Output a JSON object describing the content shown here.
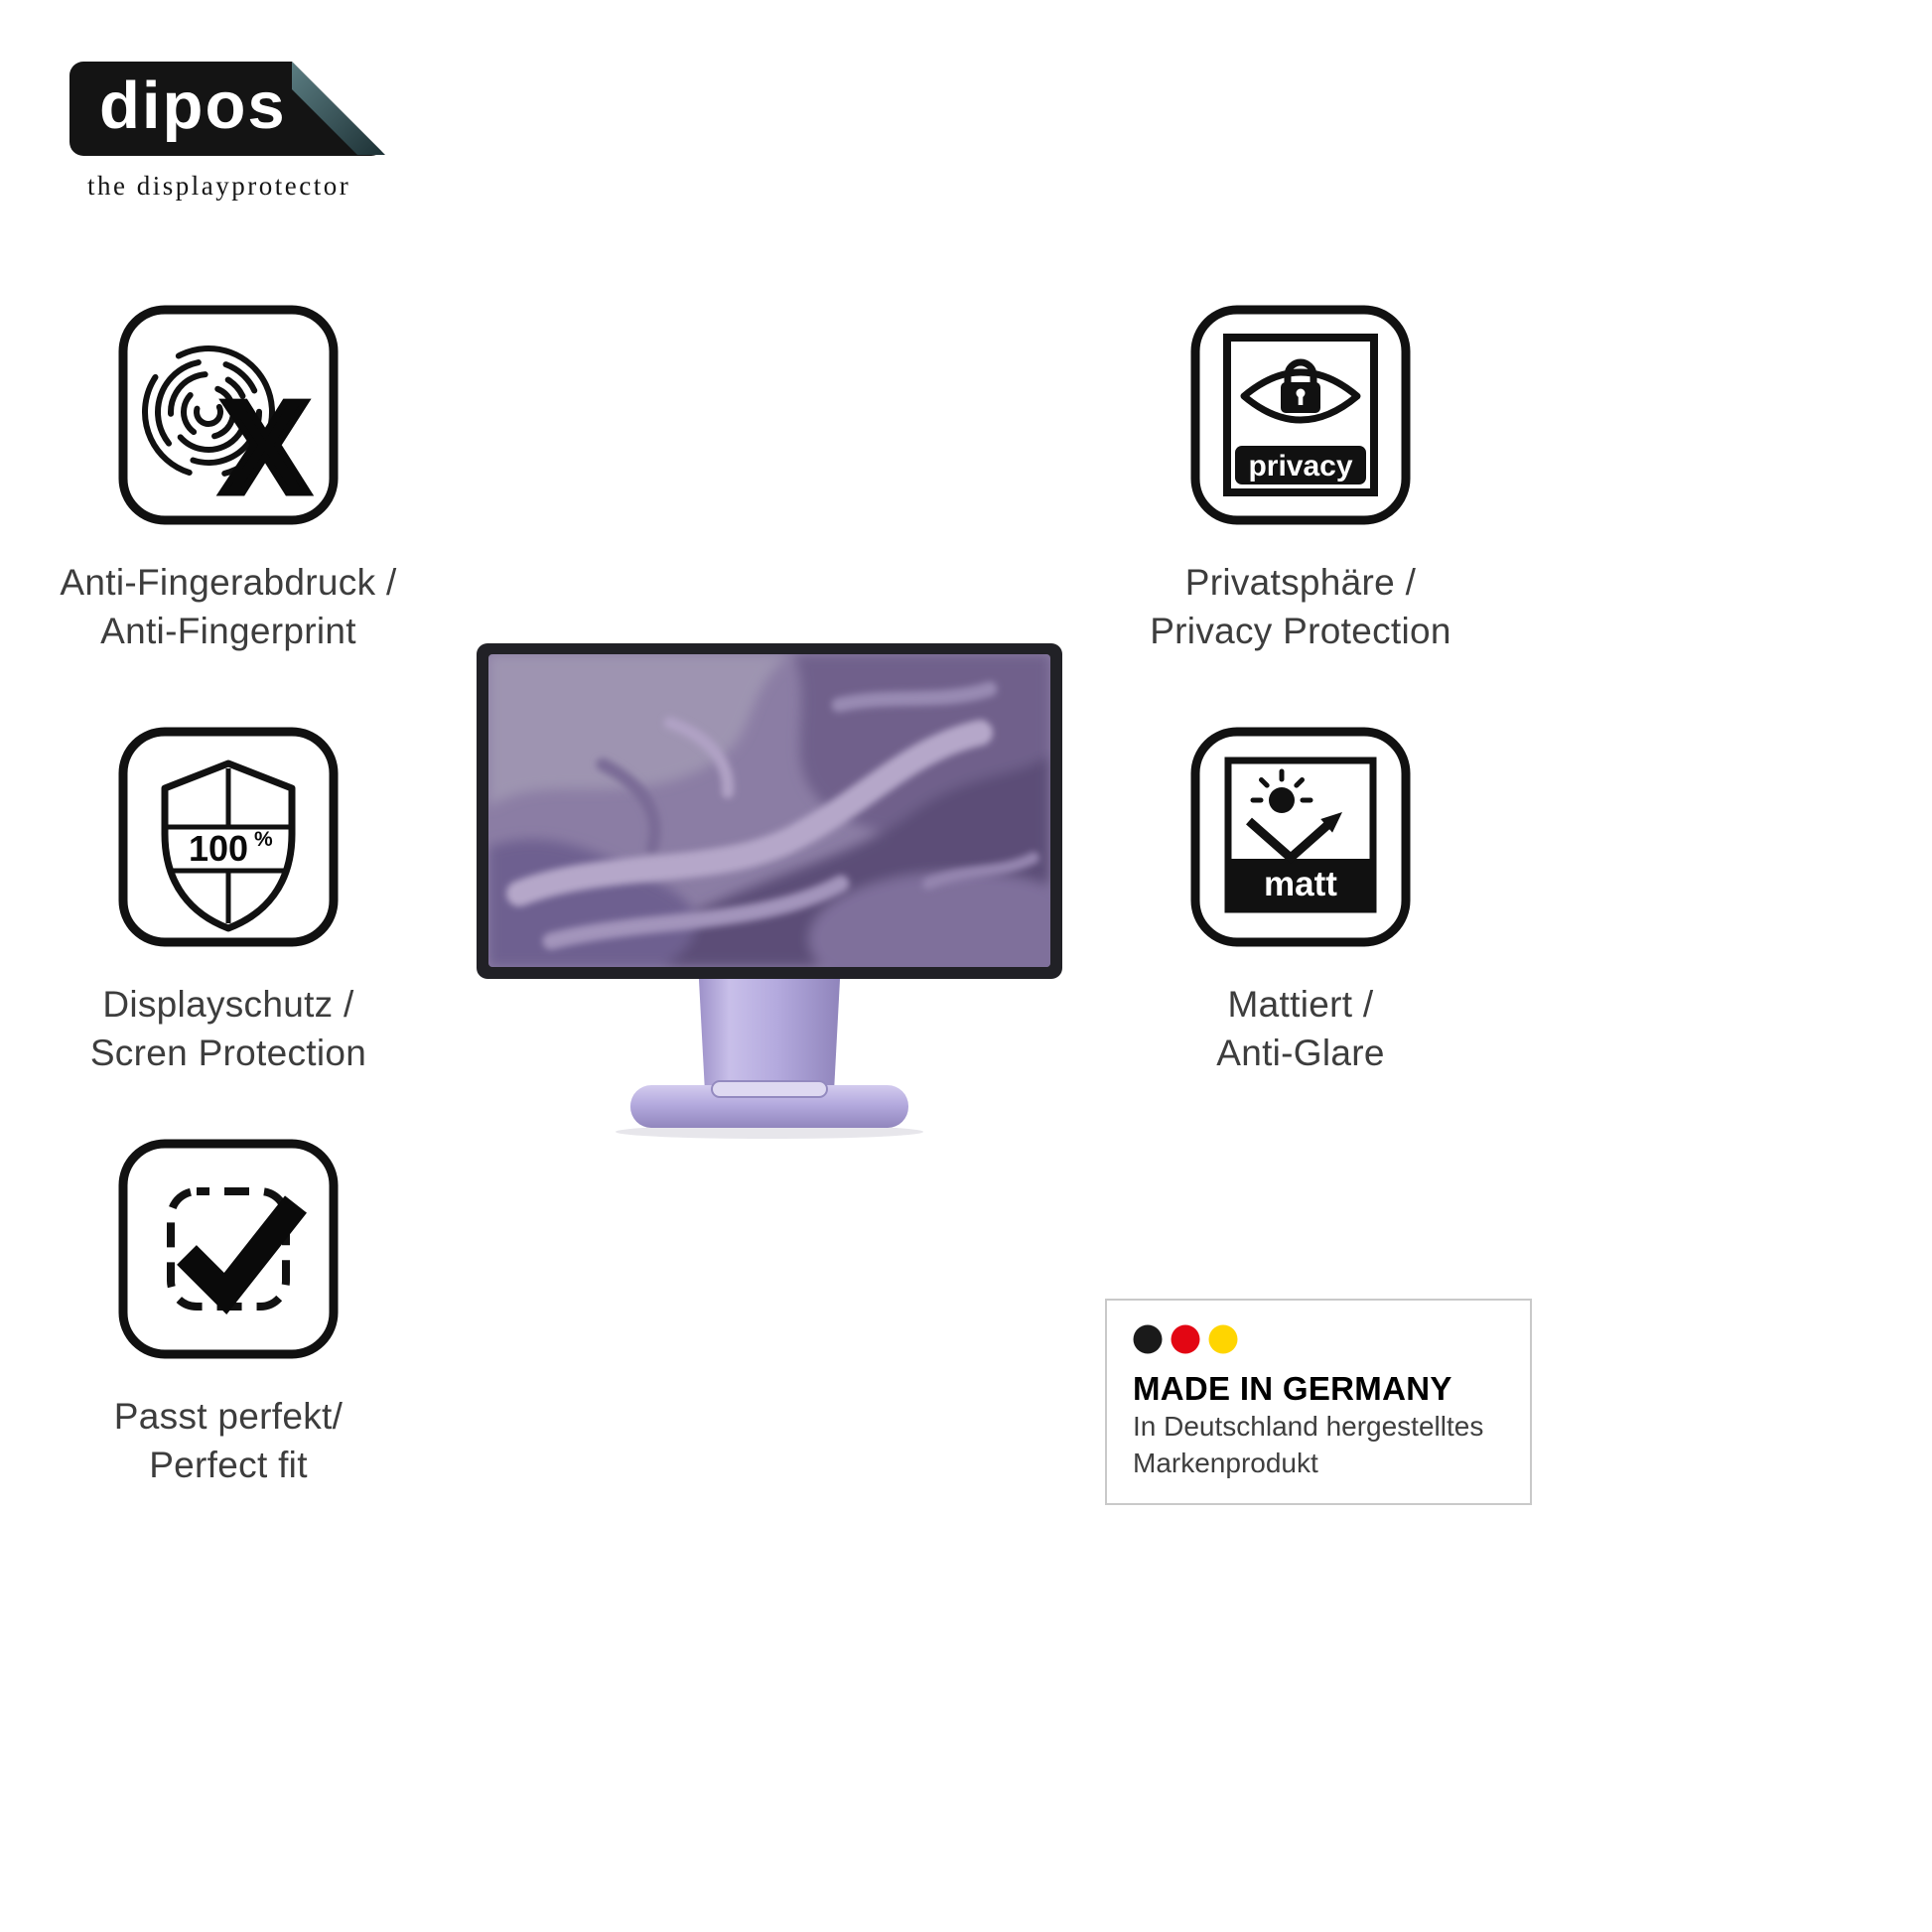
{
  "colors": {
    "icon_stroke": "#111111",
    "logo_bg": "#141414",
    "fold_light": "#5b7d82",
    "fold_dark": "#1d3135",
    "stand_lavender": "#b4aade",
    "wallpaper_base": "#8b7da4",
    "flag_black": "#1a1a1a",
    "flag_red": "#e30613",
    "flag_gold": "#ffd500"
  },
  "logo": {
    "brand": "dipos",
    "tagline": "the displayprotector"
  },
  "features": [
    {
      "name": "anti-fingerprint",
      "line1": "Anti-Fingerabdruck /",
      "line2": "Anti-Fingerprint",
      "icon_letter": "X"
    },
    {
      "name": "screen-protection",
      "line1": "Displayschutz /",
      "line2": "Scren Protection",
      "badge_value": "100",
      "badge_unit": "%"
    },
    {
      "name": "perfect-fit",
      "line1": "Passt perfekt/",
      "line2": "Perfect fit"
    },
    {
      "name": "privacy-protection",
      "line1": "Privatsphäre /",
      "line2": "Privacy Protection",
      "badge_text": "privacy"
    },
    {
      "name": "anti-glare",
      "line1": "Mattiert /",
      "line2": "Anti-Glare",
      "badge_text": "matt"
    }
  ],
  "made_in_germany": {
    "title": "MADE IN GERMANY",
    "line1": "In Deutschland hergestelltes",
    "line2": "Markenprodukt"
  }
}
